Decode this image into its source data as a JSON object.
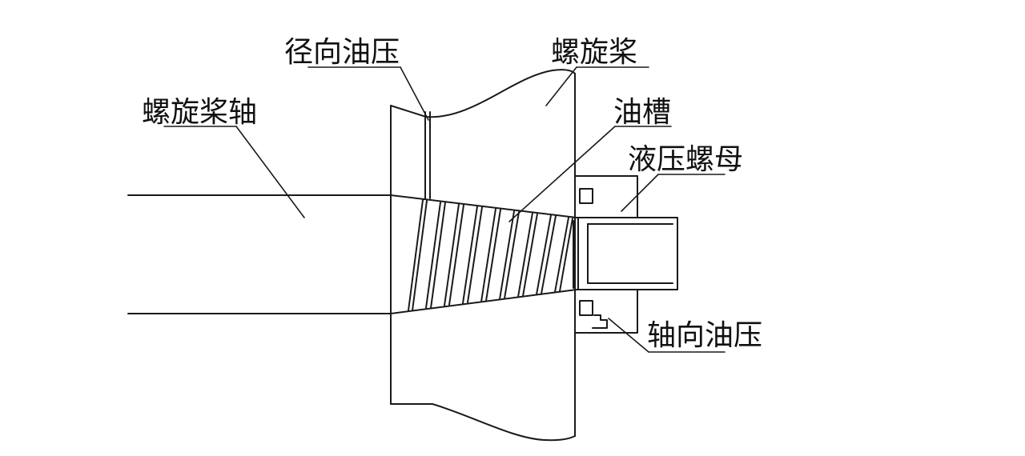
{
  "diagram": {
    "labels": {
      "radial_oil_pressure": "径向油压",
      "propeller": "螺旋桨",
      "propeller_shaft": "螺旋桨轴",
      "oil_groove": "油槽",
      "hydraulic_nut": "液压螺母",
      "axial_oil_pressure": "轴向油压"
    },
    "colors": {
      "stroke": "#1a1a1a",
      "background": "#ffffff"
    }
  }
}
